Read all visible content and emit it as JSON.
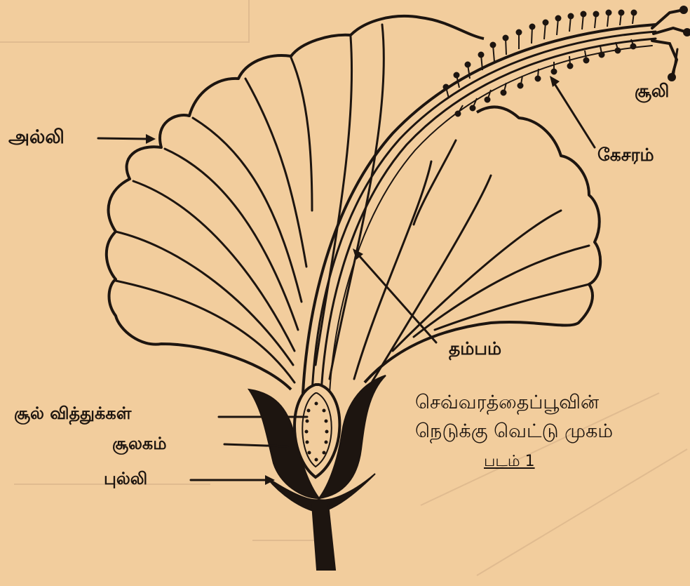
{
  "labels": {
    "petal": "அல்லி",
    "stigma": "சூலி",
    "stamens": "கேசரம்",
    "style": "தம்பம்",
    "ovules": "சூல் வித்துக்கள்",
    "ovary": "சூலகம்",
    "calyx": "புல்லி"
  },
  "caption": {
    "line1": "செவ்வரத்தைப்பூவின்",
    "line2": "நெடுக்கு வெட்டு முகம்",
    "line3": "படம் 1"
  },
  "colors": {
    "paper": "#f2cd9d",
    "ink": "#1d1510",
    "faint": "#d9b48a"
  }
}
